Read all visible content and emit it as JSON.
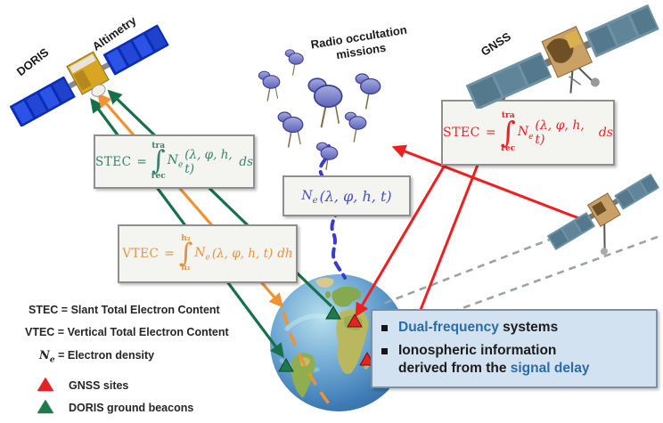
{
  "colors": {
    "doris_green_arrows": "#16714a",
    "vtec_orange_arrows": "#ef9232",
    "gnss_red_arrows": "#ee1f1f",
    "formula_teal": "#35836e",
    "formula_orange": "#e8913c",
    "formula_red": "#ee2222",
    "ne_formula_blue": "#4a4ecb",
    "profile_blue_dashed": "#3a3acd",
    "leo_gray_dashed": "#9da2a6",
    "info_box_bg": "#d3e2f1",
    "info_highlight_blue": "#2b6ca8"
  },
  "satellite_labels": {
    "doris": "DORIS",
    "altimetry": "Altimetry",
    "gnss": "GNSS",
    "radio_occultation_line1": "Radio occultation",
    "radio_occultation_line2": "missions"
  },
  "formulas": {
    "stec_doris": {
      "lhs": "STEC",
      "eq": "=",
      "integral": "∫",
      "upper": "tra",
      "lower": "rec",
      "sym": "N",
      "sub": "e",
      "args": "(λ, φ, h, t)",
      "differential": "ds"
    },
    "vtec": {
      "lhs": "VTEC",
      "eq": "=",
      "integral": "∫",
      "upper": "h₂",
      "lower": "h₁",
      "sym": "N",
      "sub": "e",
      "args": "(λ, φ, h, t)",
      "differential": "dh"
    },
    "stec_gnss": {
      "lhs": "STEC",
      "eq": "=",
      "integral": "∫",
      "upper": "tra",
      "lower": "rec",
      "sym": "N",
      "sub": "e",
      "args": "(λ, φ, h, t)",
      "differential": "ds"
    },
    "ne": {
      "sym": "N",
      "sub": "e",
      "args": "(λ, φ, h, t)"
    }
  },
  "legend": {
    "stec_definition": "STEC = Slant Total Electron Content",
    "vtec_definition": "VTEC = Vertical Total Electron Content",
    "ne_sym": "N",
    "ne_sub": "e",
    "ne_definition_rest": " = Electron density",
    "gnss_sites": "GNSS sites",
    "doris_beacons": "DORIS ground beacons"
  },
  "info_box": {
    "bullet1_highlight": "Dual-frequency",
    "bullet1_rest": " systems",
    "bullet2_line1": "Ionospheric information",
    "bullet2_line2_pre": "derived from the ",
    "bullet2_highlight": "signal delay"
  }
}
